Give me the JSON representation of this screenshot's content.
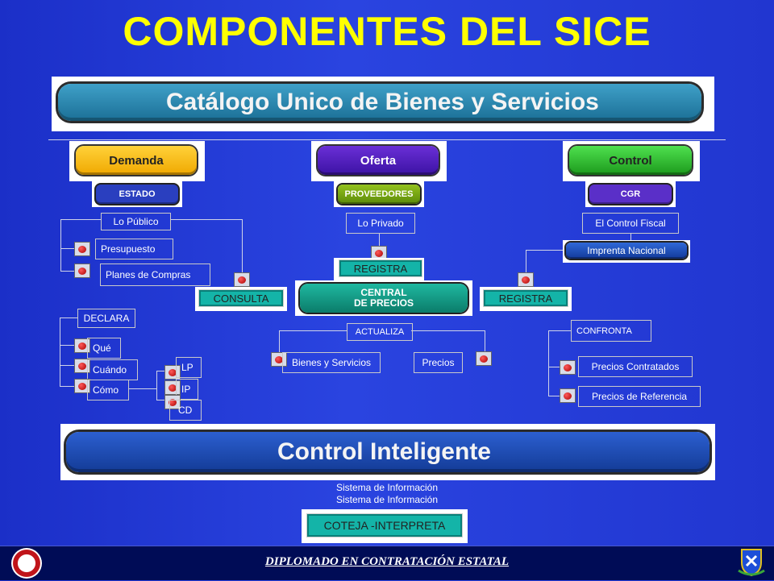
{
  "title": "COMPONENTES DEL SICE",
  "catalogo": "Catálogo Unico de Bienes y Servicios",
  "demanda": {
    "header": "Demanda",
    "sub": "ESTADO",
    "label": "Lo Público"
  },
  "oferta": {
    "header": "Oferta",
    "sub": "PROVEEDORES",
    "label": "Lo Privado"
  },
  "control": {
    "header": "Control",
    "sub": "CGR",
    "label": "El Control Fiscal",
    "imprenta": "Imprenta Nacional"
  },
  "left_items": [
    "Presupuesto",
    "Planes de Compras"
  ],
  "consulta": "CONSULTA",
  "registra": "REGISTRA",
  "central": [
    "CENTRAL",
    "DE PRECIOS"
  ],
  "declara": "DECLARA",
  "declara_items": [
    "Qué",
    "Cuándo",
    "Cómo"
  ],
  "como_items": [
    "LP",
    "IP",
    "CD"
  ],
  "actualiza": "ACTUALIZA",
  "actualiza_items": [
    "Bienes y Servicios",
    "Precios"
  ],
  "confronta": "CONFRONTA",
  "confronta_items": [
    "Precios Contratados",
    "Precios de Referencia"
  ],
  "control_inteligente": "Control Inteligente",
  "sistema_info": [
    "Sistema de Información",
    "Sistema de Información"
  ],
  "coteja": "COTEJA -INTERPRETA",
  "footer": "DIPLOMADO EN CONTRATACIÓN ESTATAL",
  "colors": {
    "title": "#ffff00",
    "background": "#2a44e0",
    "teal": "#14b4a8"
  }
}
